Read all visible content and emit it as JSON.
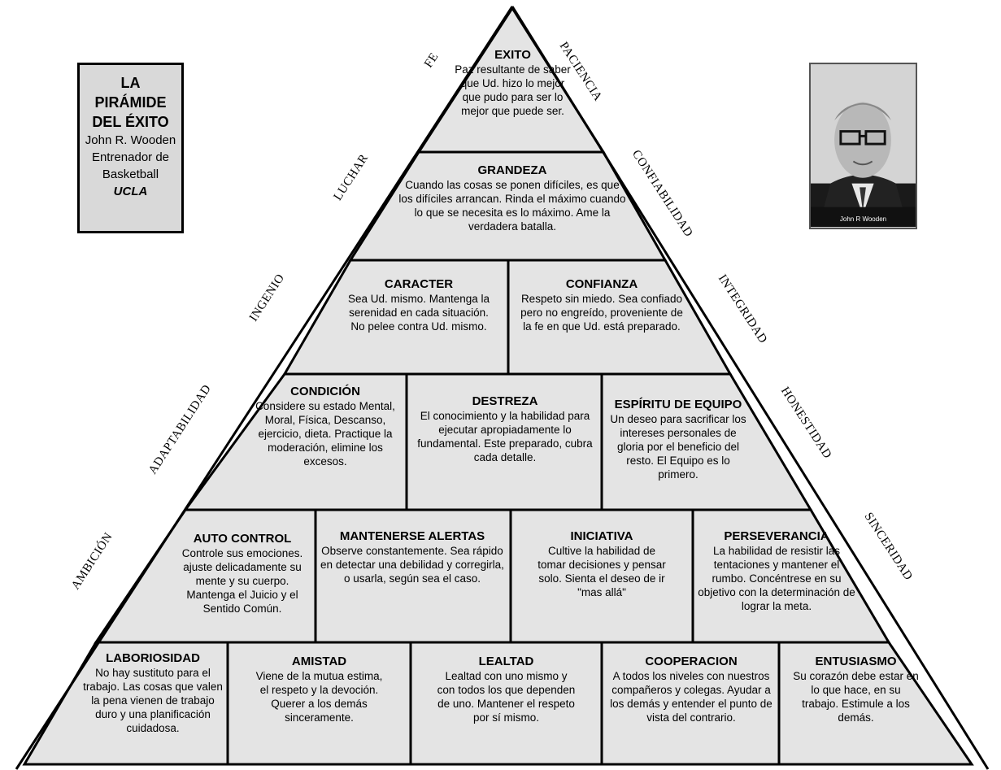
{
  "title_box": {
    "line1": "LA",
    "line2": "PIRÁMIDE",
    "line3": "DEL ÉXITO",
    "author": "John R. Wooden",
    "role1": "Entrenador de",
    "role2": "Basketball",
    "school": "UCLA"
  },
  "photo": {
    "caption": "John R Wooden"
  },
  "blocks": {
    "exito": {
      "title": "EXITO",
      "text": "Paz resultante de saber que Ud. hizo lo mejor que pudo para ser lo mejor que puede ser."
    },
    "grandeza": {
      "title": "GRANDEZA",
      "text": "Cuando las cosas se ponen difíciles, es que los difíciles arrancan. Rinda el máximo cuando lo que se necesita es lo máximo. Ame la verdadera batalla."
    },
    "caracter": {
      "title": "CARACTER",
      "text": "Sea Ud. mismo. Mantenga la serenidad en cada situación. No pelee contra Ud. mismo."
    },
    "confianza": {
      "title": "CONFIANZA",
      "text": "Respeto sin miedo. Sea confiado pero no engreído, proveniente de la fe en que Ud. está preparado."
    },
    "condicion": {
      "title": "CONDICIÓN",
      "text": "Considere su estado Mental, Moral, Física, Descanso, ejercicio, dieta. Practique la moderación, elimine los excesos."
    },
    "destreza": {
      "title": "DESTREZA",
      "text": "El conocimiento y la habilidad para ejecutar apropiadamente lo fundamental. Este preparado, cubra cada detalle."
    },
    "espiritu": {
      "title": "ESPÍRITU DE EQUIPO",
      "text": "Un deseo para sacrificar los intereses personales de gloria por el beneficio del resto. El Equipo es lo primero."
    },
    "autocontrol": {
      "title": "AUTO CONTROL",
      "text": "Controle sus emociones. ajuste delicadamente su mente y su cuerpo. Mantenga el Juicio y el Sentido Común."
    },
    "alertas": {
      "title": "MANTENERSE ALERTAS",
      "text": "Observe constantemente. Sea rápido en detectar una debilidad y corregirla, o usarla, según sea el caso."
    },
    "iniciativa": {
      "title": "INICIATIVA",
      "text": "Cultive la habilidad de tomar decisiones y pensar solo. Sienta el deseo de ir \"mas allá\""
    },
    "perseverancia": {
      "title": "PERSEVERANCIA",
      "text": "La habilidad de resistir las tentaciones y mantener el rumbo. Concéntrese en su objetivo con la determinación de lograr la meta."
    },
    "laboriosidad": {
      "title": "LABORIOSIDAD",
      "text": "No hay sustituto para el trabajo. Las cosas que valen la pena vienen de trabajo duro y una planificación cuidadosa."
    },
    "amistad": {
      "title": "AMISTAD",
      "text": "Viene de la mutua estima, el respeto y la devoción. Querer a los demás sinceramente."
    },
    "lealtad": {
      "title": "LEALTAD",
      "text": "Lealtad con uno mismo y con todos los que dependen de uno. Mantener el respeto por sí mismo."
    },
    "cooperacion": {
      "title": "COOPERACION",
      "text": "A todos los niveles con nuestros compañeros y colegas. Ayudar a los demás y entender el punto de vista del contrario."
    },
    "entusiasmo": {
      "title": "ENTUSIASMO",
      "text": "Su corazón debe estar en lo que hace, en su trabajo. Estimule a los demás."
    }
  },
  "left_side": [
    "FE",
    "LUCHAR",
    "INGENIO",
    "ADAPTABILIDAD",
    "AMBICIÓN"
  ],
  "right_side": [
    "PACIENCIA",
    "CONFIABILIDAD",
    "INTEGRIDAD",
    "HONESTIDAD",
    "SINCERIDAD"
  ],
  "colors": {
    "block_fill": "#e4e4e4",
    "border": "#000000"
  }
}
